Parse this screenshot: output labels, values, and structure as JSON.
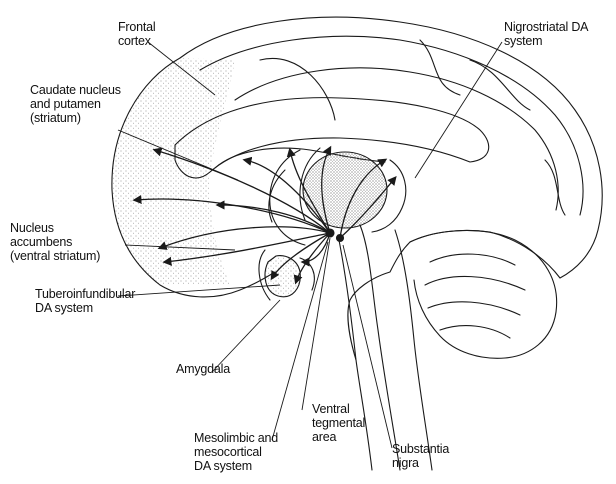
{
  "diagram": {
    "labels": {
      "frontal_cortex": [
        "Frontal",
        "cortex"
      ],
      "nigrostriatal": [
        "Nigrostriatal DA",
        "system"
      ],
      "caudate": [
        "Caudate nucleus",
        "and putamen",
        "(striatum)"
      ],
      "accumbens": [
        "Nucleus",
        "accumbens",
        "(ventral striatum)"
      ],
      "tuberoinfundibular": [
        "Tuberoinfundibular",
        "DA system"
      ],
      "amygdala": [
        "Amygdala"
      ],
      "vta": [
        "Ventral",
        "tegmental",
        "area"
      ],
      "mesolimbic": [
        "Mesolimbic and",
        "mesocortical",
        "DA system"
      ],
      "substantia_nigra": [
        "Substantia",
        "nigra"
      ]
    },
    "colors": {
      "ink": "#1a1a1a",
      "stipple": "#9a9a9a",
      "background": "#ffffff"
    }
  }
}
